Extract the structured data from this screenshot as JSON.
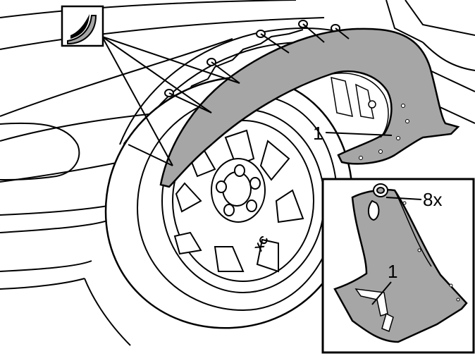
{
  "callouts": {
    "arch_part_number": "1",
    "inset_part_number": "1",
    "clip_quantity": "8x"
  },
  "wheel": {
    "rim_text": "XC"
  },
  "icon": {
    "name": "crescent-sealant-icon"
  },
  "colors": {
    "line": "#000000",
    "part_fill": "#a6a6a6",
    "background": "#ffffff"
  }
}
